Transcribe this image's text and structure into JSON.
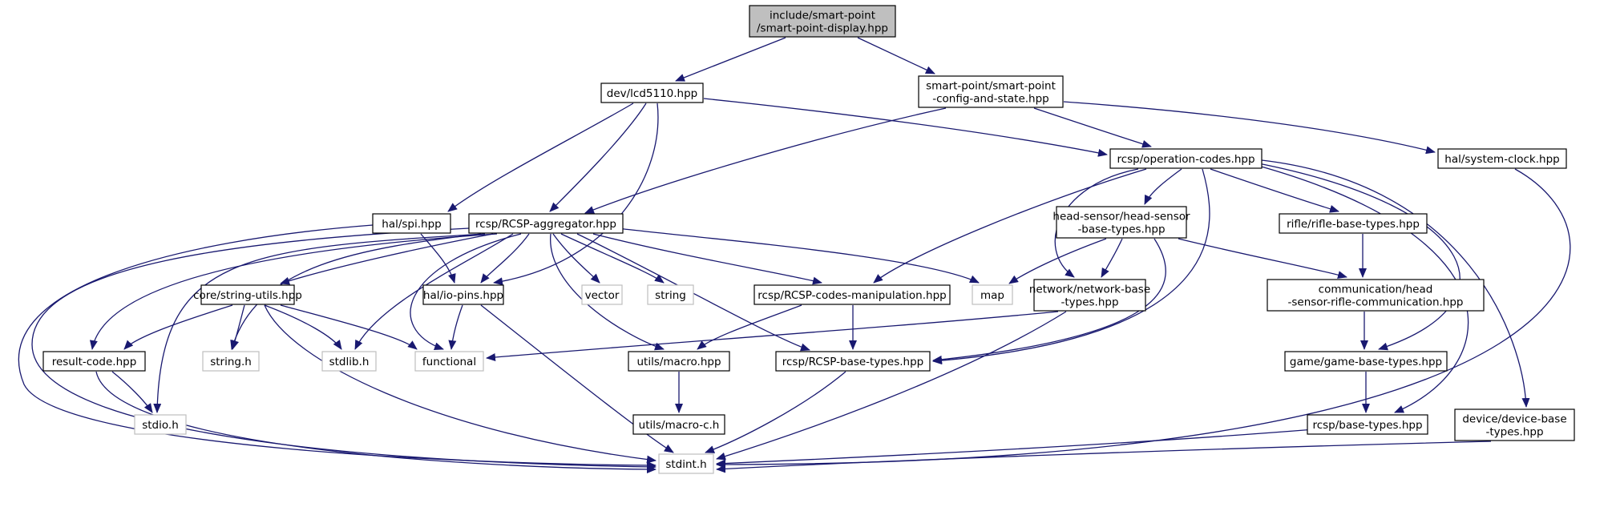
{
  "colors": {
    "edge": "#191970",
    "border": "#000000",
    "external_border": "#bfbfbf",
    "root_fill": "#bfbfbf",
    "node_fill": "#ffffff"
  },
  "nodes": {
    "root": [
      "include/smart-point",
      "/smart-point-display.hpp"
    ],
    "lcd": [
      "dev/lcd5110.hpp"
    ],
    "spcfg": [
      "smart-point/smart-point",
      "-config-and-state.hpp"
    ],
    "opcodes": [
      "rcsp/operation-codes.hpp"
    ],
    "sysclock": [
      "hal/system-clock.hpp"
    ],
    "spi": [
      "hal/spi.hpp"
    ],
    "agg": [
      "rcsp/RCSP-aggregator.hpp"
    ],
    "headsensor": [
      "head-sensor/head-sensor",
      "-base-types.hpp"
    ],
    "rifle": [
      "rifle/rifle-base-types.hpp"
    ],
    "strutils": [
      "core/string-utils.hpp"
    ],
    "iopins": [
      "hal/io-pins.hpp"
    ],
    "vector": [
      "vector"
    ],
    "string": [
      "string"
    ],
    "codesmanip": [
      "rcsp/RCSP-codes-manipulation.hpp"
    ],
    "map": [
      "map"
    ],
    "netbase": [
      "network/network-base",
      "-types.hpp"
    ],
    "comm": [
      "communication/head",
      "-sensor-rifle-communication.hpp"
    ],
    "resultcode": [
      "result-code.hpp"
    ],
    "stringh": [
      "string.h"
    ],
    "stdlibh": [
      "stdlib.h"
    ],
    "functional": [
      "functional"
    ],
    "macro": [
      "utils/macro.hpp"
    ],
    "rcspbase": [
      "rcsp/RCSP-base-types.hpp"
    ],
    "gamebase": [
      "game/game-base-types.hpp"
    ],
    "macroc": [
      "utils/macro-c.h"
    ],
    "stdioh": [
      "stdio.h"
    ],
    "basetypes": [
      "rcsp/base-types.hpp"
    ],
    "devicebase": [
      "device/device-base",
      "-types.hpp"
    ],
    "stdinth": [
      "stdint.h"
    ]
  }
}
